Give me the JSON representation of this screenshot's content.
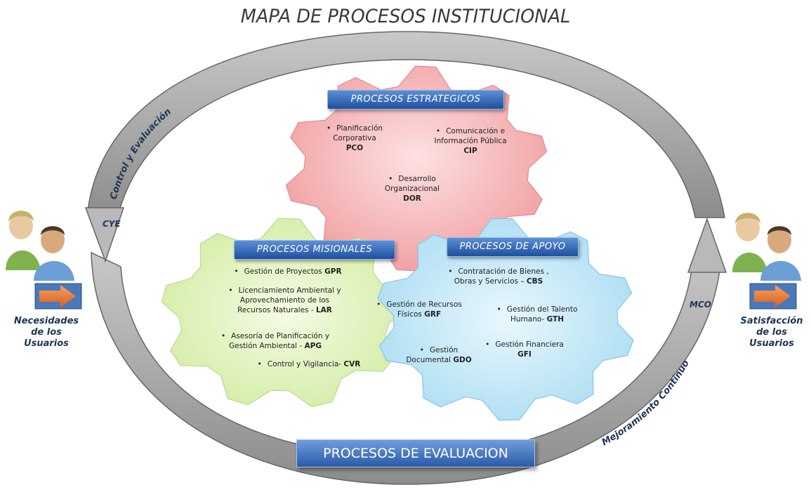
{
  "title": "MAPA DE PROCESOS INSTITUCIONAL",
  "left_label": [
    "Necesidades",
    "de los",
    "Usuarios"
  ],
  "right_label": [
    "Satisfacción",
    "de los",
    "Usuarios"
  ],
  "arrows": {
    "control": {
      "text": "Control y Evaluación",
      "code": "CYE"
    },
    "mejoramiento": {
      "text": "Mejoramiento Continuo",
      "code": "MCO"
    }
  },
  "evaluation_banner": "PROCESOS DE EVALUACION",
  "strategic": {
    "title": "PROCESOS ESTRATEGICOS",
    "items": [
      {
        "lines": [
          "Planificación",
          "Corporativa"
        ],
        "code": "PCO"
      },
      {
        "lines": [
          "Comunicación e",
          "Información Pública"
        ],
        "code": "CIP"
      },
      {
        "lines": [
          "Desarrollo",
          "Organizacional"
        ],
        "code": "DOR"
      }
    ]
  },
  "missional": {
    "title": "PROCESOS MISIONALES",
    "items": [
      {
        "lines": [
          "Gestión de Proyectos"
        ],
        "code": "GPR"
      },
      {
        "lines": [
          "Licenciamiento Ambiental y",
          "Aprovechamiento de los",
          "Recursos Naturales -"
        ],
        "code": "LAR"
      },
      {
        "lines": [
          "Asesoría de Planificación y",
          "Gestión Ambiental -"
        ],
        "code": "APG"
      },
      {
        "lines": [
          "Control y Vigilancia-"
        ],
        "code": "CVR"
      }
    ]
  },
  "support": {
    "title": "PROCESOS DE APOYO",
    "items": [
      {
        "lines": [
          "Contratación de Bienes ,",
          "Obras y Servicios –"
        ],
        "code": "CBS"
      },
      {
        "lines": [
          "Gestión de Recursos",
          "Físicos"
        ],
        "code": "GRF"
      },
      {
        "lines": [
          "Gestión del Talento",
          "Humano-"
        ],
        "code": "GTH"
      },
      {
        "lines": [
          "Gestión Financiera"
        ],
        "code": "GFI"
      },
      {
        "lines": [
          "Gestión",
          "Documental"
        ],
        "code": "GDO"
      }
    ]
  },
  "colors": {
    "strategic_gear": "#f4a9ac",
    "missional_gear": "#dcf0b4",
    "support_gear": "#bfe6f6",
    "ring": "#9e9e9e",
    "banner": "#2b5aa8",
    "label_text": "#1f3555",
    "arrow": "#e46f1f"
  }
}
